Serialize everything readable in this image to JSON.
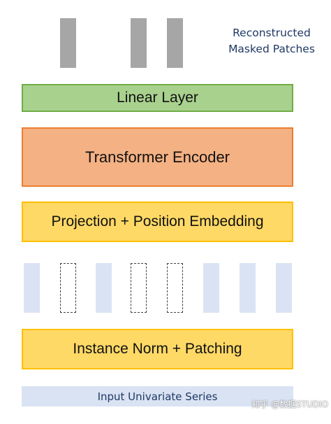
{
  "output": {
    "label_line1": "Reconstructed",
    "label_line2": "Masked Patches",
    "patch_color": "#a6a6a6",
    "patch_count": 3
  },
  "layers": {
    "linear": "Linear Layer",
    "transformer": "Transformer Encoder",
    "projection": "Projection + Position Embedding",
    "instance_norm": "Instance Norm + Patching"
  },
  "input_patches": {
    "pattern": [
      "visible",
      "masked",
      "visible",
      "masked",
      "masked",
      "visible",
      "visible",
      "visible"
    ],
    "visible_color": "#dae3f3"
  },
  "input": {
    "label": "Input Univariate Series"
  },
  "watermark": {
    "text": "知乎 @数据STUDIO"
  },
  "colors": {
    "linear_fill": "#a9d18e",
    "linear_border": "#70ad47",
    "transformer_fill": "#f4b183",
    "transformer_border": "#ed7d31",
    "projection_fill": "#ffd966",
    "projection_border": "#ffc000",
    "label_text": "#1f3864"
  }
}
